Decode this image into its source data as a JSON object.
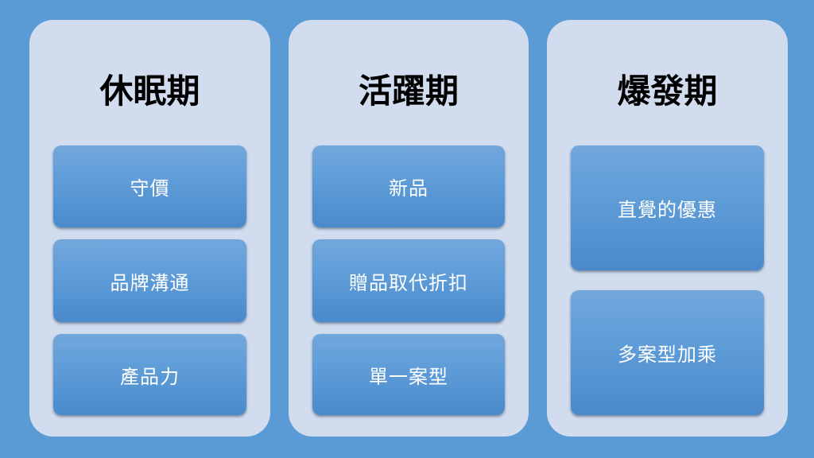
{
  "colors": {
    "background": "#5b9bd5",
    "panel": "#d1ddef",
    "box_top": "#72a7dc",
    "box_bottom": "#4a8acb",
    "title_text": "#000000",
    "box_text": "#ffffff"
  },
  "phases": [
    {
      "title": "休眠期",
      "items": [
        "守價",
        "品牌溝通",
        "產品力"
      ]
    },
    {
      "title": "活躍期",
      "items": [
        "新品",
        "贈品取代折扣",
        "單一案型"
      ]
    },
    {
      "title": "爆發期",
      "items": [
        "直覺的優惠",
        "多案型加乘"
      ]
    }
  ]
}
